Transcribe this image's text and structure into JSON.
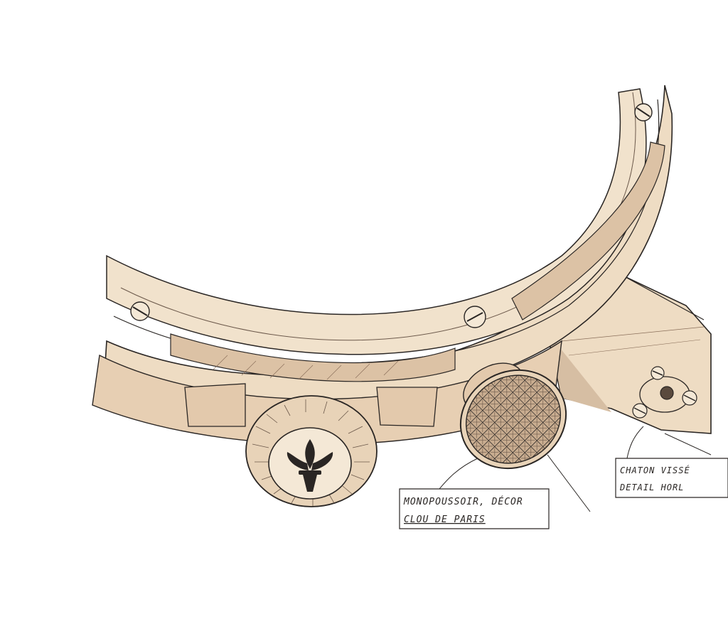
{
  "drawing": {
    "paper_color": "#ffffff",
    "metal_color": "#eedcc3",
    "metal_shadow": "#d2b79a",
    "ink_color": "#2a2624"
  },
  "annotations": {
    "pusher_note": {
      "line1": "MONOPOUSSOIR, DÉCOR",
      "line2": "CLOU DE PARIS"
    },
    "chaton_note": {
      "line1": "CHATON VISSÉ",
      "line2": "DETAIL HORL"
    }
  },
  "icons": {
    "crown": "fleur-de-lis-icon",
    "screws": "slotted-screw-icon"
  }
}
